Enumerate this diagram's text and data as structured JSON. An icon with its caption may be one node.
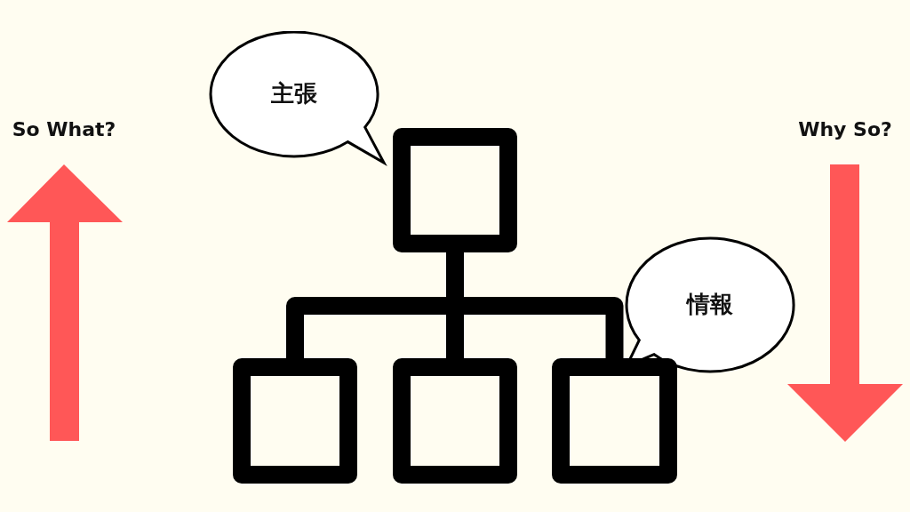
{
  "diagram": {
    "nodes": [
      {
        "text": [
          "主張"
        ]
      },
      {
        "text": [],
        "shape": "box"
      },
      {
        "text": [
          "情報"
        ]
      },
      {
        "text": [],
        "shape": "box"
      },
      {
        "text": [],
        "shape": "box"
      },
      {
        "text": [],
        "shape": "box"
      }
    ],
    "edges": [
      {
        "from": 1,
        "to": 3,
        "arrow": "none"
      },
      {
        "from": 1,
        "to": 4,
        "arrow": "none"
      },
      {
        "from": 1,
        "to": 5,
        "arrow": "none"
      }
    ],
    "labels": [
      "So What?",
      "Why So?"
    ]
  }
}
